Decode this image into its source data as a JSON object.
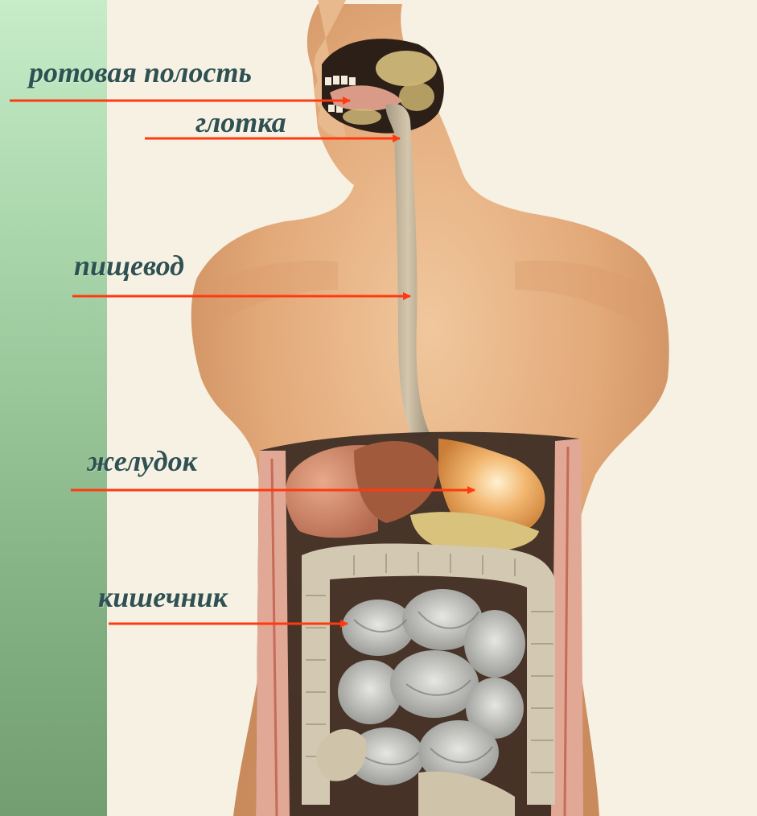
{
  "colors": {
    "label_text": "#2f5152",
    "arrow": "#ff3a10",
    "skin": "#e8b488",
    "paper": "#f7f1e3"
  },
  "icons": {
    "figure": "human-digestive-system-illustration",
    "arrow": "arrow-right-icon"
  },
  "labels": {
    "mouth": "ротовая полость",
    "pharynx": "глотка",
    "esophagus": "пищевод",
    "stomach": "желудок",
    "intestine": "кишечник"
  }
}
